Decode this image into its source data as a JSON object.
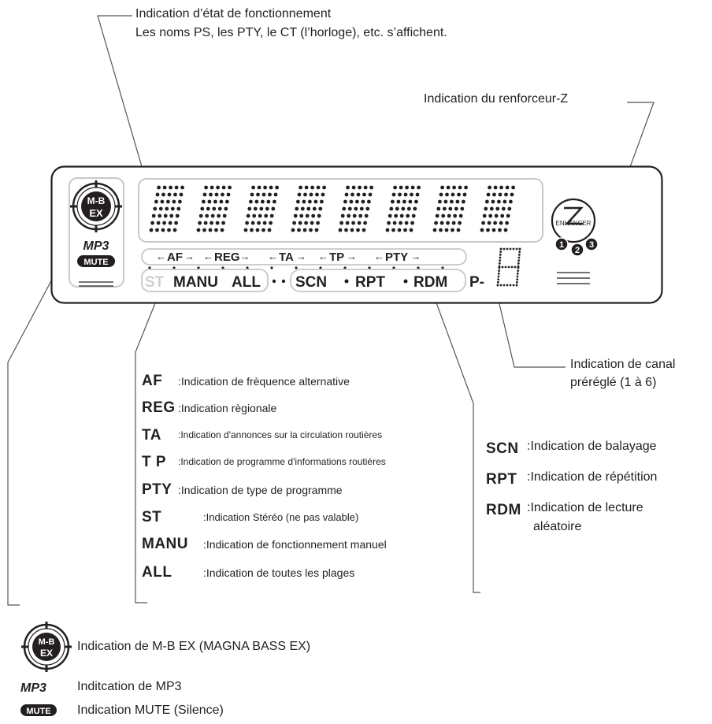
{
  "top_callout": {
    "line1": "Indication d’état de fonctionnement",
    "line2": "Les noms PS, les PTY, le CT (l’horloge), etc. s’affichent."
  },
  "z_callout": "Indication du renforceur-Z",
  "display": {
    "mb_top": "M-B",
    "mb_bottom": "EX",
    "mp3": "MP3",
    "mute": "MUTE",
    "enhancer_label": "ENHANCER",
    "enhancer_z": "Z",
    "enhancer_levels": [
      "1",
      "2",
      "3"
    ],
    "indicators_row1": [
      "AF",
      "REG",
      "TA",
      "TP",
      "PTY"
    ],
    "st": "ST",
    "manu": "MANU",
    "all": "ALL",
    "scn": "SCN",
    "rpt": "RPT",
    "rdm": "RDM",
    "preset_prefix": "P-",
    "preset_digit": "8",
    "main_chars": 8
  },
  "preset_callout": {
    "line1": "Indication de canal",
    "line2": "préréglé (1 à 6)"
  },
  "legend_left": [
    {
      "key": "AF",
      "text": "Indication de frèquence alternative"
    },
    {
      "key": "REG",
      "text": "Indication règionale"
    },
    {
      "key": "TA",
      "text": "Indication d'annonces sur la circulation routières"
    },
    {
      "key": "T P",
      "text": "Indication de programme d'informations routières"
    },
    {
      "key": "PTY",
      "text": "Indication de type de programme"
    },
    {
      "key": "ST",
      "text": "Indication Stéréo (ne pas valable)"
    },
    {
      "key": "MANU",
      "text": "Indication de fonctionnement manuel"
    },
    {
      "key": "ALL",
      "text": "Indication de toutes les plages"
    }
  ],
  "legend_right": [
    {
      "key": "SCN",
      "text": "Indication de balayage"
    },
    {
      "key": "RPT",
      "text": "Indication de répétition"
    },
    {
      "key": "RDM",
      "text": "Indication de lecture",
      "text2": "aléatoire"
    }
  ],
  "legend_bottom": [
    {
      "key": "M-B EX",
      "text": "Indication de M-B EX (MAGNA BASS EX)"
    },
    {
      "key": "MP3",
      "text": "Inditcation de MP3"
    },
    {
      "key": "MUTE",
      "text": "Indication MUTE (Silence)"
    }
  ],
  "colors": {
    "ink": "#231f20",
    "dim": "#c8c8c8",
    "line": "#555555"
  }
}
